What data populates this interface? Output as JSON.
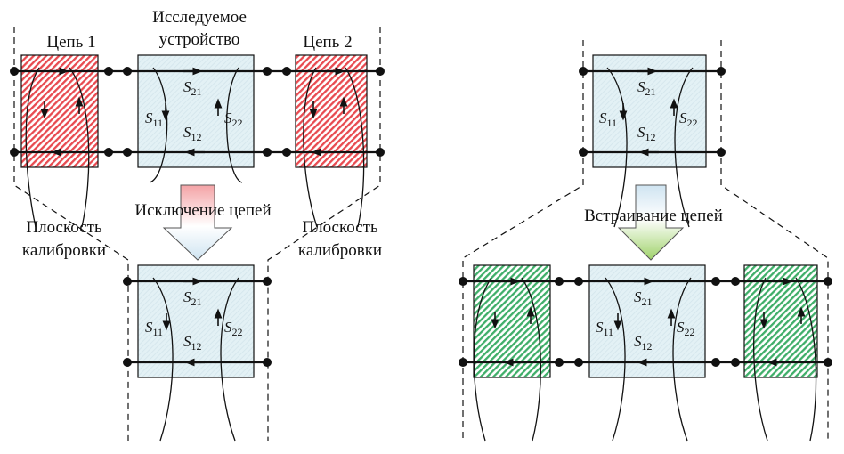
{
  "labels": {
    "circuit1": "Цепь 1",
    "dut_line1": "Исследуемое",
    "dut_line2": "устройство",
    "circuit2": "Цепь 2",
    "calib_left_1": "Плоскость",
    "calib_left_2": "калибровки",
    "calib_right_1": "Плоскость",
    "calib_right_2": "калибровки",
    "deembed": "Исключение цепей",
    "embed": "Встраивание цепей"
  },
  "sparams": {
    "symbol": "S",
    "s21": "21",
    "s11": "11",
    "s12": "12",
    "s22": "22"
  },
  "colors": {
    "dut_fill": "#e3f1f5",
    "deembed_hatch": "#e84a50",
    "embed_hatch": "#3fae69",
    "deembed_arrow_top": "#f4a3a6",
    "embed_arrow_bottom": "#9fd26a"
  }
}
